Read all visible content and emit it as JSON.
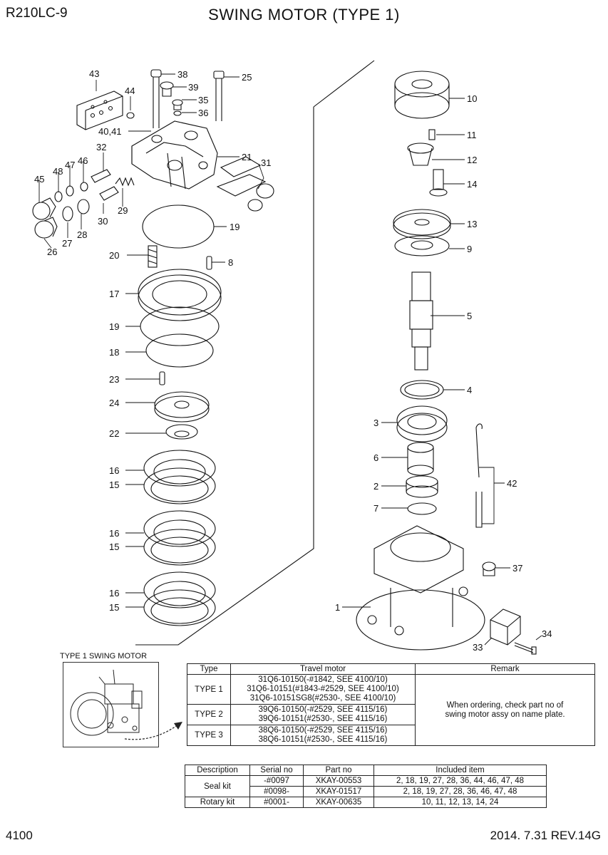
{
  "header": {
    "model": "R210LC-9",
    "title": "SWING MOTOR (TYPE 1)"
  },
  "footer": {
    "page": "4100",
    "revision": "2014. 7.31  REV.14G"
  },
  "diagram": {
    "callouts": {
      "c43": "43",
      "c44": "44",
      "c38": "38",
      "c39": "39",
      "c35": "35",
      "c36": "36",
      "c25": "25",
      "c4041": "40,41",
      "c32": "32",
      "c21": "21",
      "c31": "31",
      "c47": "47",
      "c46": "46",
      "c48": "48",
      "c45": "45",
      "c29": "29",
      "c30": "30",
      "c28": "28",
      "c27": "27",
      "c26": "26",
      "c19a": "19",
      "c20": "20",
      "c8": "8",
      "c17": "17",
      "c19b": "19",
      "c18": "18",
      "c23": "23",
      "c24": "24",
      "c22": "22",
      "c16a": "16",
      "c15a": "15",
      "c16b": "16",
      "c15b": "15",
      "c16c": "16",
      "c15c": "15",
      "c10": "10",
      "c11": "11",
      "c12": "12",
      "c14": "14",
      "c13": "13",
      "c9": "9",
      "c5": "5",
      "c4": "4",
      "c3": "3",
      "c6": "6",
      "c2": "2",
      "c42": "42",
      "c7": "7",
      "c37": "37",
      "c1": "1",
      "c34": "34",
      "c33": "33"
    }
  },
  "thumbnail": {
    "caption": "TYPE 1 SWING MOTOR"
  },
  "type_table": {
    "headers": [
      "Type",
      "Travel motor",
      "Remark"
    ],
    "rows": [
      {
        "type": "TYPE 1",
        "motor": [
          "31Q6-10150(-#1842, SEE 4100/10)",
          "31Q6-10151(#1843-#2529, SEE 4100/10)",
          "31Q6-10151SG8(#2530-, SEE 4100/10)"
        ]
      },
      {
        "type": "TYPE 2",
        "motor": [
          "39Q6-10150(-#2529, SEE 4115/16)",
          "39Q6-10151(#2530-, SEE 4115/16)"
        ]
      },
      {
        "type": "TYPE 3",
        "motor": [
          "38Q6-10150(-#2529, SEE 4115/16)",
          "38Q6-10151(#2530-, SEE 4115/16)"
        ]
      }
    ],
    "remark": [
      "When ordering, check part no of",
      "swing motor assy on name plate."
    ]
  },
  "kit_table": {
    "headers": [
      "Description",
      "Serial no",
      "Part no",
      "Included item"
    ],
    "seal_label": "Seal kit",
    "seal_rows": [
      {
        "serial": "-#0097",
        "part": "XKAY-00553",
        "items": "2, 18, 19, 27, 28, 36, 44, 46, 47, 48"
      },
      {
        "serial": "#0098-",
        "part": "XKAY-01517",
        "items": "2, 18, 19, 27, 28, 36, 46, 47, 48"
      }
    ],
    "rotary": {
      "label": "Rotary kit",
      "serial": "#0001-",
      "part": "XKAY-00635",
      "items": "10, 11, 12, 13, 14, 24"
    }
  }
}
